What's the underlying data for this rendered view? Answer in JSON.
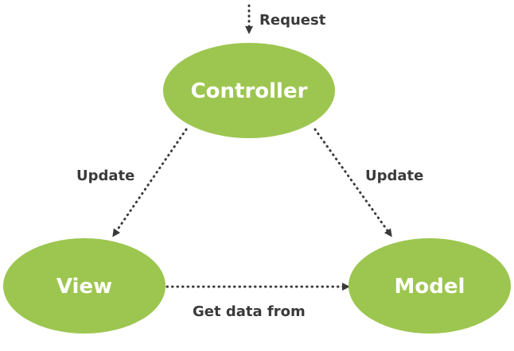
{
  "colors": {
    "node_fill": "#9dc650",
    "node_text": "#ffffff",
    "edge": "#3a3a3a",
    "edge_text": "#3a3a3a",
    "background": "#ffffff"
  },
  "nodes": {
    "controller": {
      "label": "Controller"
    },
    "view": {
      "label": "View"
    },
    "model": {
      "label": "Model"
    }
  },
  "edges": {
    "request": {
      "label": "Request"
    },
    "controller_to_view": {
      "label": "Update"
    },
    "controller_to_model": {
      "label": "Update"
    },
    "view_to_model": {
      "label": "Get data from"
    }
  }
}
